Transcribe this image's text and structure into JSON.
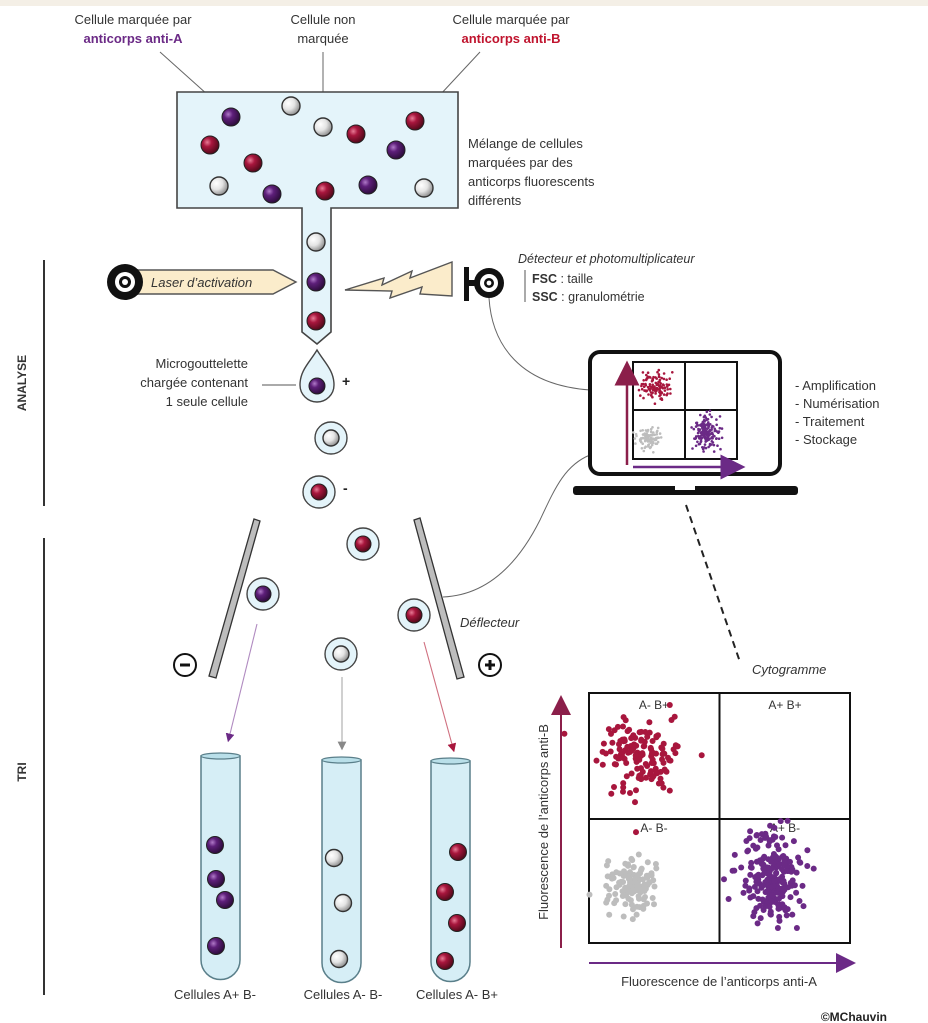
{
  "labels": {
    "anti_a_cell_line1": "Cellule marquée par",
    "anti_a_cell_line2": "anticorps anti-A",
    "unmarked_cell_line1": "Cellule non",
    "unmarked_cell_line2": "marquée",
    "anti_b_cell_line1": "Cellule marquée par",
    "anti_b_cell_line2": "anticorps anti-B",
    "mixture": [
      "Mélange de cellules",
      "marquées par des",
      "anticorps fluorescents",
      "différents"
    ],
    "laser": "Laser d’activation",
    "detector_title": "Détecteur et photomultiplicateur",
    "fsc_key": "FSC",
    "fsc_value": " : taille",
    "ssc_key": "SSC",
    "ssc_value": " : granulométrie",
    "droplet": [
      "Microgouttelette",
      "chargée contenant",
      "1 seule cellule"
    ],
    "droplet_charge_plus": "+",
    "droplet_charge_minus": "-",
    "processing": [
      "- Amplification",
      "- Numérisation",
      "- Traitement",
      "- Stockage"
    ],
    "deflector": "Déflecteur",
    "plate_minus": "−",
    "plate_plus": "+",
    "section_analyse": "ANALYSE",
    "section_tri": "TRI",
    "cytogram_title": "Cytogramme",
    "tubes": [
      "Cellules A+ B-",
      "Cellules A- B-",
      "Cellules A- B+"
    ],
    "copyright": "©MChauvin"
  },
  "colors": {
    "anti_a": "#6b2a86",
    "anti_b": "#a8163d",
    "unmarked": "#c8c8c8",
    "fluid": "#e4f4fa",
    "laser_fill": "#fbeccb"
  },
  "chart_data": {
    "type": "scatter",
    "title": "Cytogramme",
    "xlabel": "Fluorescence de l’anticorps anti-A",
    "ylabel": "Fluorescence de l’anticorps anti-B",
    "grid": "2x2 quadrants",
    "quadrants": [
      {
        "label": "A- B+",
        "position": "top-left",
        "population": "anti-B cells",
        "color": "#a8163d",
        "density": "high"
      },
      {
        "label": "A+ B+",
        "position": "top-right",
        "population": "none",
        "color": null,
        "density": "empty"
      },
      {
        "label": "A- B-",
        "position": "bottom-left",
        "population": "unmarked cells",
        "color": "#c0c0c0",
        "density": "medium"
      },
      {
        "label": "A+ B-",
        "position": "bottom-right",
        "population": "anti-A cells",
        "color": "#6b2a86",
        "density": "high"
      }
    ],
    "clusters": [
      {
        "name": "A- B+",
        "center_x": 0.2,
        "center_y": 0.75,
        "spread": 0.07,
        "color": "#a8163d",
        "n": 140
      },
      {
        "name": "A- B-",
        "center_x": 0.16,
        "center_y": 0.22,
        "spread": 0.055,
        "color": "#bdbdbd",
        "n": 120
      },
      {
        "name": "A+ B-",
        "center_x": 0.7,
        "center_y": 0.27,
        "spread": 0.07,
        "color": "#6b2a86",
        "n": 220
      }
    ]
  }
}
